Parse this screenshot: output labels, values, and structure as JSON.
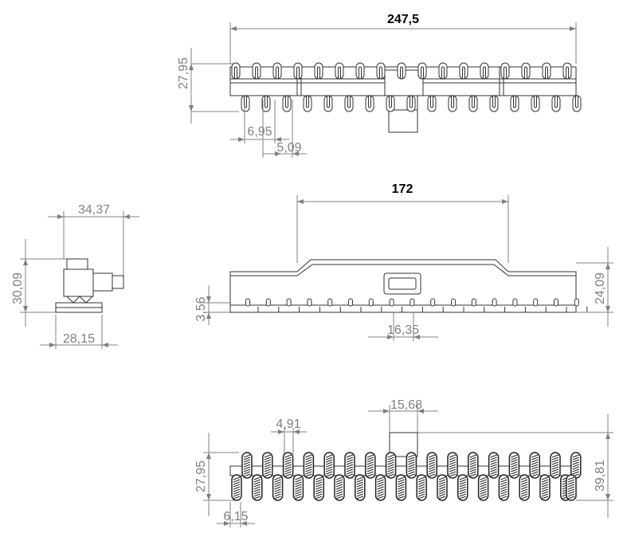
{
  "drawing": {
    "top_view": {
      "overall_length": "247,5",
      "width": "27,95",
      "pitch": "6,95",
      "tooth_width": "5,09",
      "tooth_count": 17
    },
    "side_view": {
      "length": "172",
      "height": "24,09",
      "base_height": "3,56",
      "slot_width": "16,35",
      "tooth_count": 17
    },
    "end_view": {
      "length": "34,37",
      "height": "30,09",
      "base_width": "28,15"
    },
    "bottom_view": {
      "nozzle_width": "15,68",
      "bristle_width": "4,91",
      "width": "27,95",
      "overall_height": "39,81",
      "offset": "6,15",
      "tuft_count": 17
    }
  }
}
